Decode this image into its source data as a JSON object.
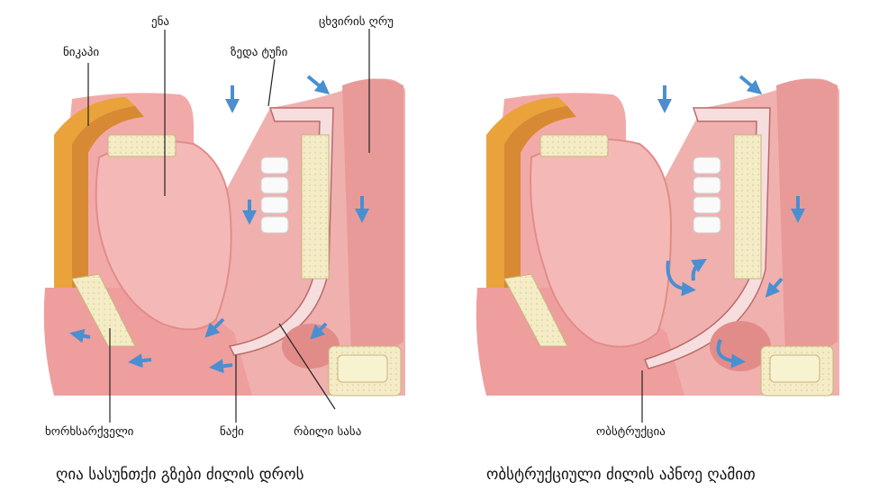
{
  "labels": {
    "chin": "ნიკაპი",
    "tongue": "ენა",
    "upper_lip": "ზედა ტუჩი",
    "nasal_cavity": "ცხვირის ღრუ",
    "hard_palate": "ხორხსარქველი",
    "uvula": "ნაქი",
    "soft_palate": "რბილი სასა",
    "obstruction": "ობსტრუქცია"
  },
  "captions": {
    "left": "ღია სასუნთქი გზები ძილის დროს",
    "right": "ობსტრუქციული ძილის აპნოე ღამით"
  },
  "colors": {
    "tissue": "#f2aaa9",
    "tissue_dark": "#e0807f",
    "tongue": "#f4b9b6",
    "fat": "#e9a33a",
    "bone": "#f3ecc6",
    "arrow": "#4a8fd1"
  }
}
